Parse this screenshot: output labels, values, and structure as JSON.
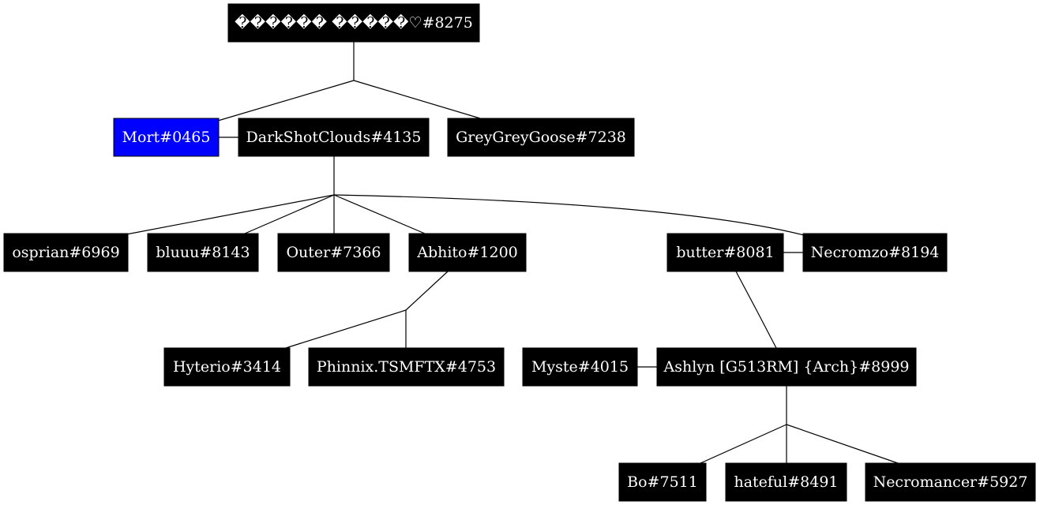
{
  "nodes": [
    {
      "id": "root",
      "label": "������ �����♡#8275",
      "fill": "#000000"
    },
    {
      "id": "mort",
      "label": "Mort#0465",
      "fill": "#0000ff"
    },
    {
      "id": "darkshot",
      "label": "DarkShotClouds#4135",
      "fill": "#000000"
    },
    {
      "id": "greygoose",
      "label": "GreyGreyGoose#7238",
      "fill": "#000000"
    },
    {
      "id": "osprian",
      "label": "osprian#6969",
      "fill": "#000000"
    },
    {
      "id": "bluuu",
      "label": "bluuu#8143",
      "fill": "#000000"
    },
    {
      "id": "outer",
      "label": "Outer#7366",
      "fill": "#000000"
    },
    {
      "id": "abhito",
      "label": "Abhito#1200",
      "fill": "#000000"
    },
    {
      "id": "butter",
      "label": "butter#8081",
      "fill": "#000000"
    },
    {
      "id": "necromzo",
      "label": "Necromzo#8194",
      "fill": "#000000"
    },
    {
      "id": "hyterio",
      "label": "Hyterio#3414",
      "fill": "#000000"
    },
    {
      "id": "phinnix",
      "label": "Phinnix.TSMFTX#4753",
      "fill": "#000000"
    },
    {
      "id": "myste",
      "label": "Myste#4015",
      "fill": "#000000"
    },
    {
      "id": "ashlyn",
      "label": "Ashlyn [G513RM] {Arch}#8999",
      "fill": "#000000"
    },
    {
      "id": "bo",
      "label": "Bo#7511",
      "fill": "#000000"
    },
    {
      "id": "hateful",
      "label": "hateful#8491",
      "fill": "#000000"
    },
    {
      "id": "necromancer",
      "label": "Necromancer#5927",
      "fill": "#000000"
    }
  ],
  "edges": [
    {
      "from": "root",
      "to": "mort"
    },
    {
      "from": "root",
      "to": "greygoose"
    },
    {
      "from": "mort",
      "to": "darkshot"
    },
    {
      "from": "darkshot",
      "to": "osprian"
    },
    {
      "from": "darkshot",
      "to": "bluuu"
    },
    {
      "from": "darkshot",
      "to": "outer"
    },
    {
      "from": "darkshot",
      "to": "abhito"
    },
    {
      "from": "darkshot",
      "to": "necromzo"
    },
    {
      "from": "butter",
      "to": "necromzo"
    },
    {
      "from": "abhito",
      "to": "hyterio"
    },
    {
      "from": "abhito",
      "to": "phinnix"
    },
    {
      "from": "butter",
      "to": "ashlyn"
    },
    {
      "from": "myste",
      "to": "ashlyn"
    },
    {
      "from": "ashlyn",
      "to": "bo"
    },
    {
      "from": "ashlyn",
      "to": "hateful"
    },
    {
      "from": "ashlyn",
      "to": "necromancer"
    }
  ]
}
